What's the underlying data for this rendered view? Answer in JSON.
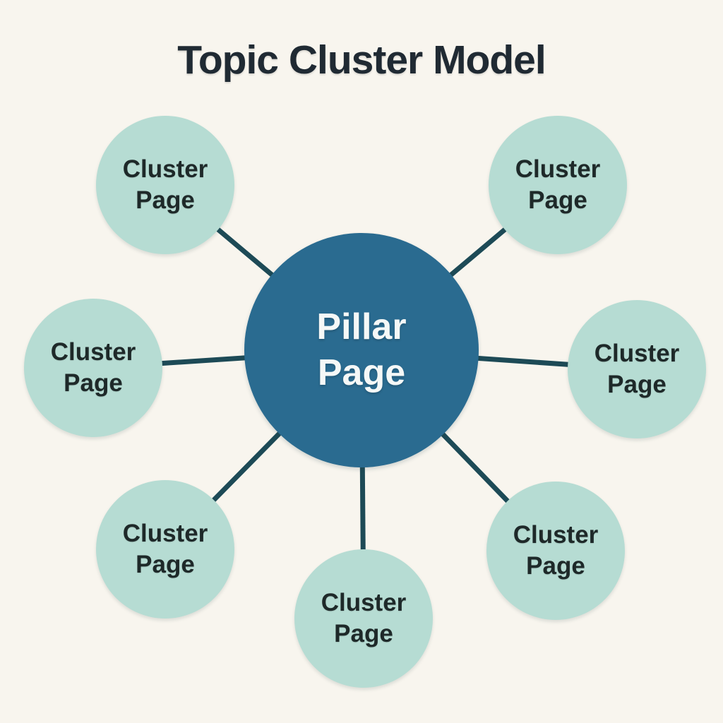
{
  "title": "Topic Cluster Model",
  "diagram": {
    "pillar": {
      "label": "Pillar Page"
    },
    "clusters": [
      {
        "label": "Cluster Page",
        "position": "top-left"
      },
      {
        "label": "Cluster Page",
        "position": "top-right"
      },
      {
        "label": "Cluster Page",
        "position": "left"
      },
      {
        "label": "Cluster Page",
        "position": "right"
      },
      {
        "label": "Cluster Page",
        "position": "bottom-left"
      },
      {
        "label": "Cluster Page",
        "position": "bottom-center"
      },
      {
        "label": "Cluster Page",
        "position": "bottom-right"
      }
    ],
    "connector_count": 7
  },
  "colors": {
    "background": "#f8f5ee",
    "title_text": "#202a33",
    "pillar_fill": "#2a6b90",
    "pillar_text": "#f5f8f7",
    "cluster_fill": "#b6dcd3",
    "cluster_text": "#1e2929",
    "connector_line": "#1d4a56"
  }
}
